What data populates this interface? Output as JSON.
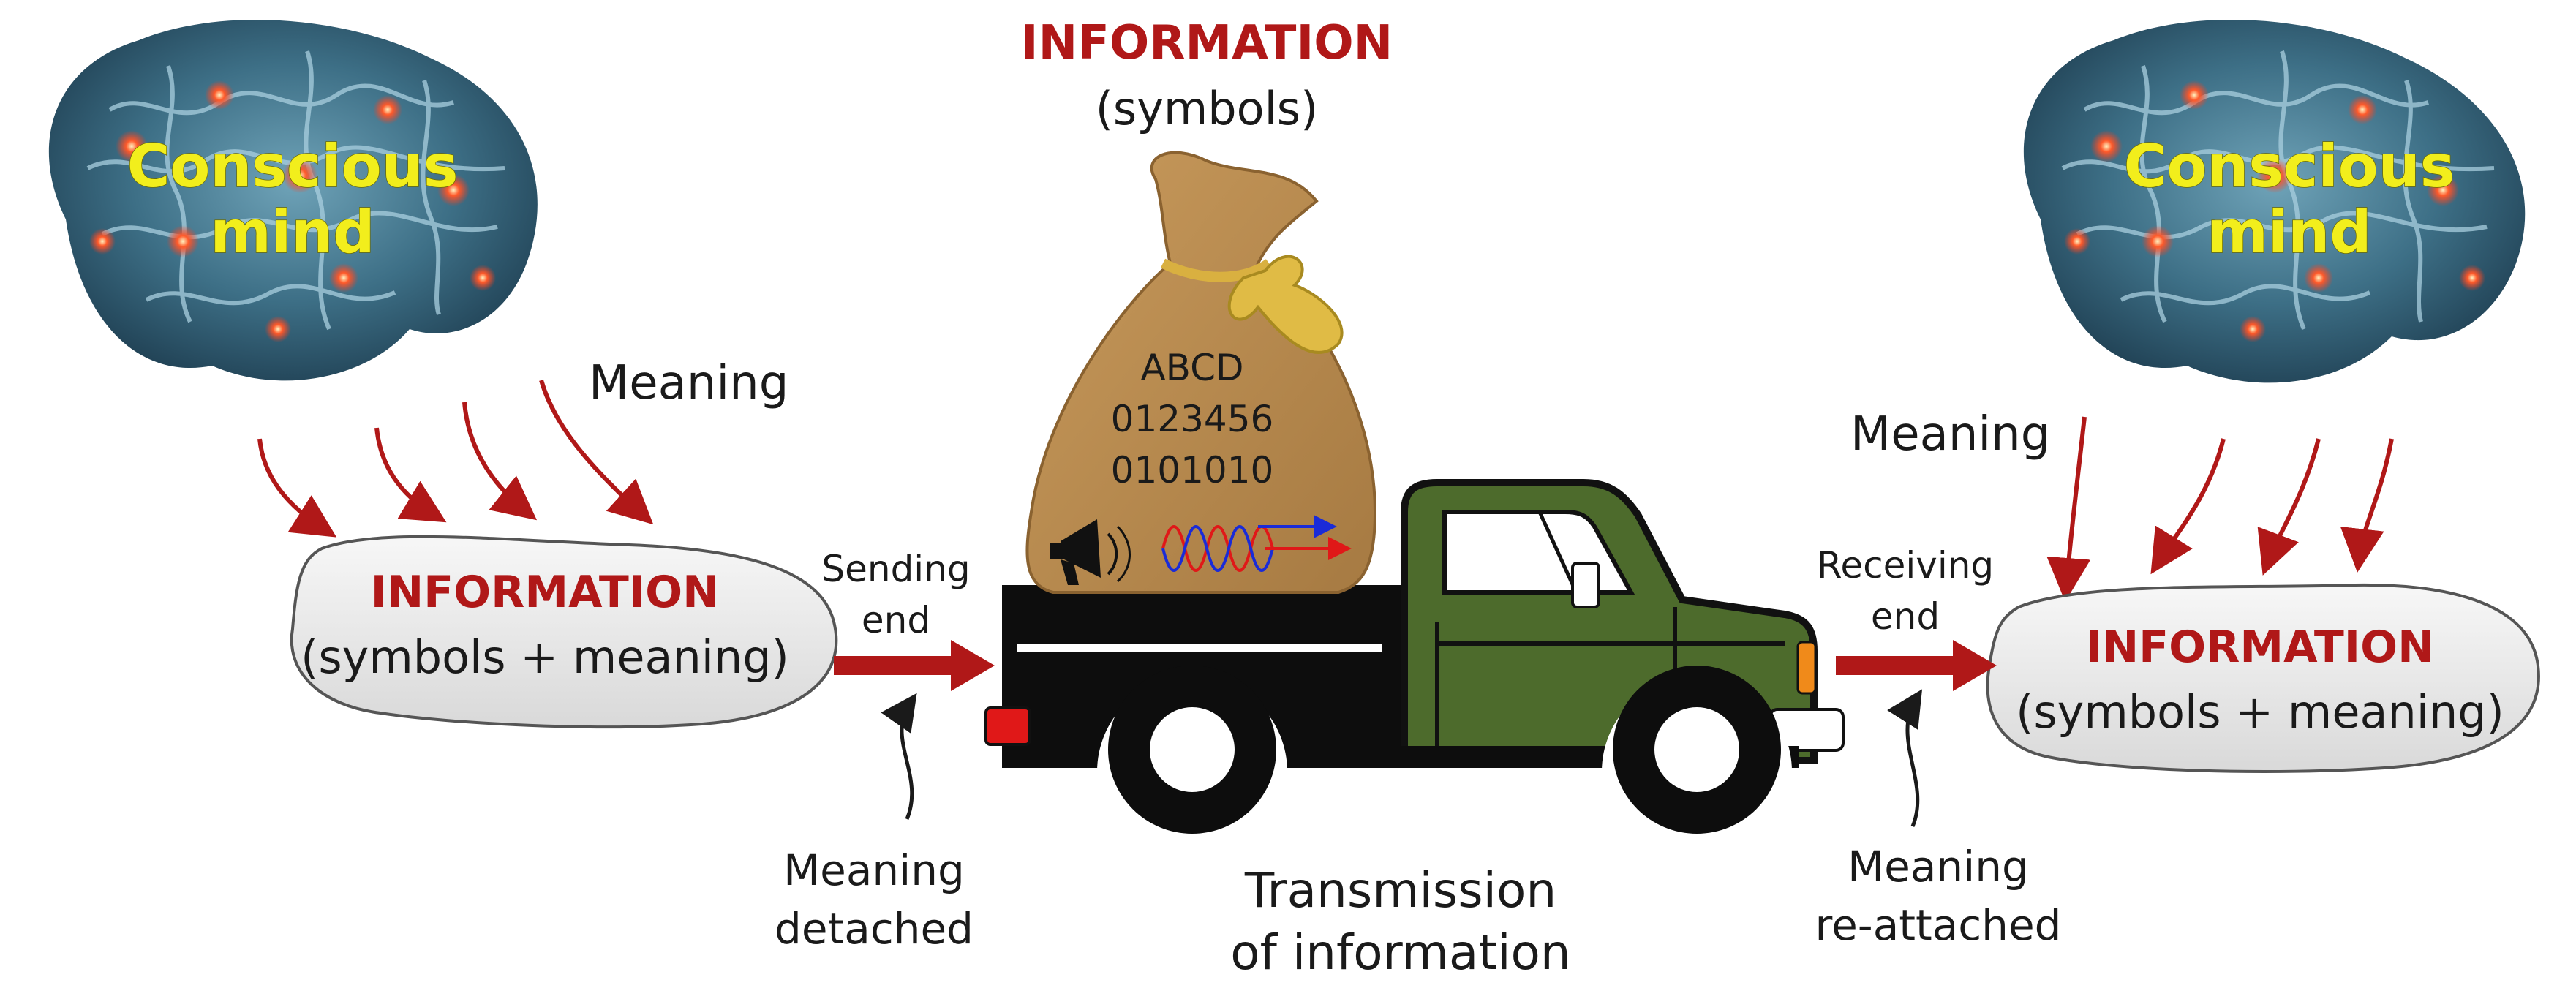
{
  "brain_left": {
    "line1": "Conscious",
    "line2": "mind"
  },
  "brain_right": {
    "line1": "Conscious",
    "line2": "mind"
  },
  "bag": {
    "title": "INFORMATION",
    "subtitle": "(symbols)",
    "text_line1": "ABCD",
    "text_line2": "0123456",
    "text_line3": "0101010"
  },
  "left_cloud": {
    "title": "INFORMATION",
    "subtitle": "(symbols + meaning)"
  },
  "right_cloud": {
    "title": "INFORMATION",
    "subtitle": "(symbols + meaning)"
  },
  "left_meaning": "Meaning",
  "right_meaning": "Meaning",
  "sending": {
    "line1": "Sending",
    "line2": "end"
  },
  "receiving": {
    "line1": "Receiving",
    "line2": "end"
  },
  "detached": {
    "line1": "Meaning",
    "line2": "detached"
  },
  "reattached": {
    "line1": "Meaning",
    "line2": "re-attached"
  },
  "transmission": {
    "line1": "Transmission",
    "line2": "of information"
  },
  "colors": {
    "accent_red": "#b01818",
    "brain_text": "#f2ee1c",
    "truck_green": "#4d6b2c",
    "bag_brown": "#b5884f"
  }
}
